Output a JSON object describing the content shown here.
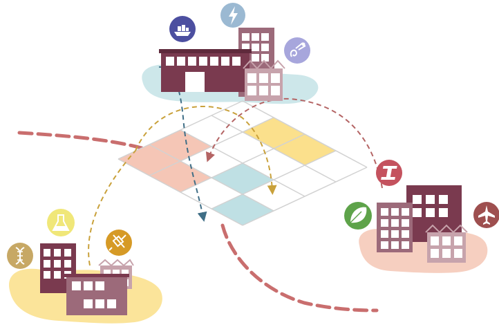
{
  "colors": {
    "background": "#ffffff",
    "blob_teal": "#cde7ea",
    "blob_yellow": "#fbe49a",
    "blob_pink": "#f6cfc0",
    "building_dark": "#7a3a4f",
    "building_mid": "#9c6a7a",
    "building_light": "#c7a3ac",
    "window": "#ffffff",
    "grid_line": "#d2d2d2",
    "tile_pink": "#f5c6b6",
    "tile_yellow": "#fbe08c",
    "tile_teal": "#bfe0e4",
    "path_red": "#c96e6e",
    "arrow_teal": "#3f6e86",
    "arrow_gold": "#c9a13b",
    "arrow_red": "#c96e6e"
  },
  "clusters": [
    {
      "id": "north",
      "blob_color": "teal",
      "icons": [
        {
          "name": "ship-icon",
          "color": "#4c4fa0"
        },
        {
          "name": "lightning-icon",
          "color": "#9bb9d2"
        },
        {
          "name": "electronics-icon",
          "color": "#a7a6dc"
        }
      ]
    },
    {
      "id": "southwest",
      "blob_color": "yellow",
      "icons": [
        {
          "name": "dna-icon",
          "color": "#c7a865"
        },
        {
          "name": "flask-icon",
          "color": "#f0e779"
        },
        {
          "name": "satellite-icon",
          "color": "#d69a26"
        }
      ]
    },
    {
      "id": "east",
      "blob_color": "pink",
      "icons": [
        {
          "name": "steel-beam-icon",
          "color": "#c4525e"
        },
        {
          "name": "leaf-icon",
          "color": "#5ea34a"
        },
        {
          "name": "airplane-icon",
          "color": "#9e4f4f"
        }
      ]
    }
  ],
  "grid": {
    "rows": 4,
    "cols": 4,
    "highlighted": [
      {
        "row": 0,
        "col": 0,
        "color": "pink"
      },
      {
        "row": 0,
        "col": 1,
        "color": "pink"
      },
      {
        "row": 1,
        "col": 0,
        "color": "pink"
      },
      {
        "row": 1,
        "col": 3,
        "color": "yellow"
      },
      {
        "row": 2,
        "col": 3,
        "color": "yellow"
      },
      {
        "row": 2,
        "col": 1,
        "color": "teal"
      },
      {
        "row": 3,
        "col": 0,
        "color": "teal"
      }
    ]
  }
}
